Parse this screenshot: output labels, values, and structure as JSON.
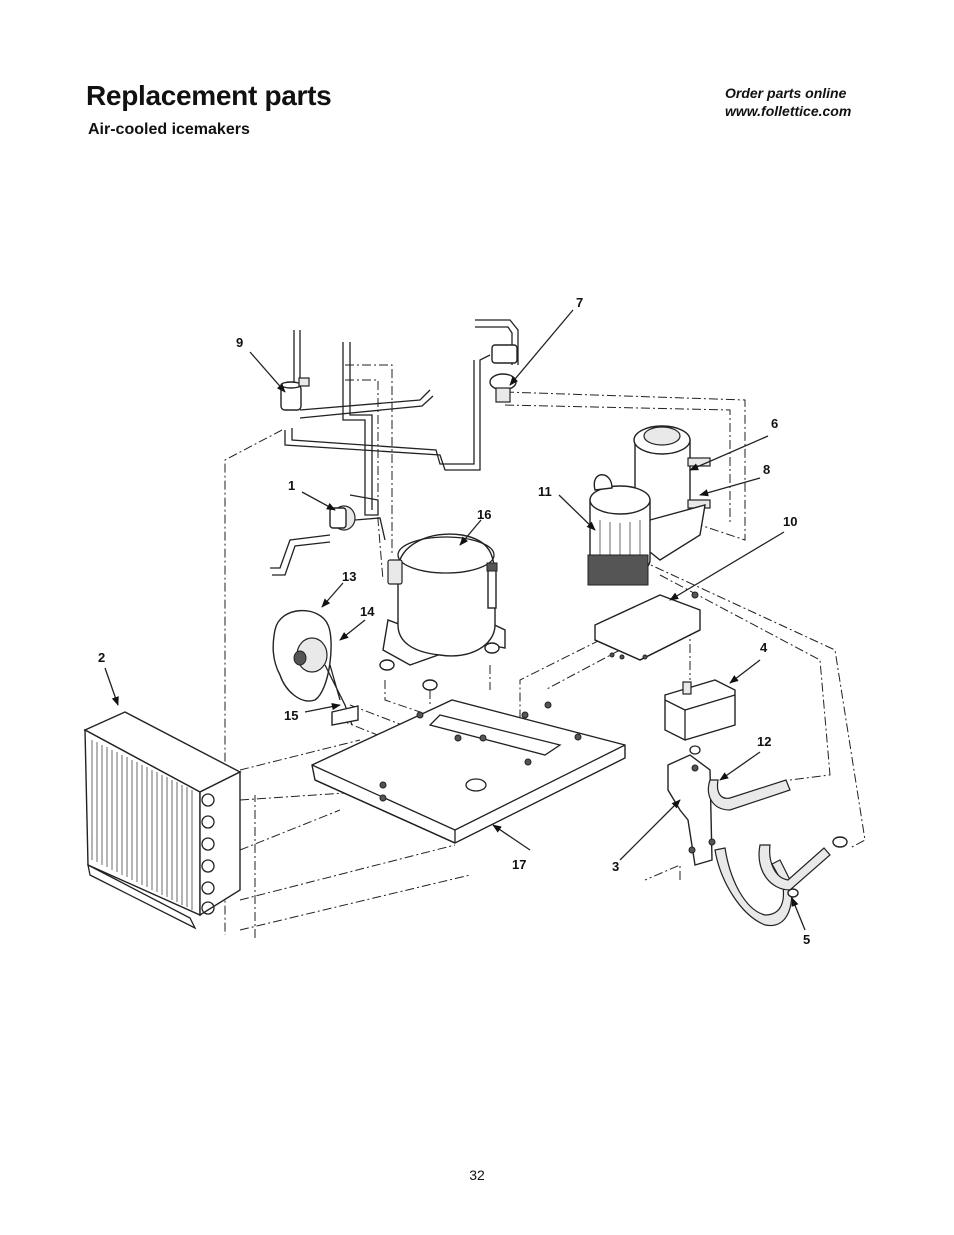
{
  "header": {
    "title": "Replacement parts",
    "subtitle": "Air-cooled icemakers",
    "order_line1": "Order parts online",
    "order_line2": "www.follettice.com"
  },
  "diagram": {
    "callouts": [
      "1",
      "2",
      "3",
      "4",
      "5",
      "6",
      "7",
      "8",
      "9",
      "10",
      "11",
      "12",
      "13",
      "14",
      "15",
      "16",
      "17"
    ]
  },
  "footer": {
    "page_number": "32"
  }
}
